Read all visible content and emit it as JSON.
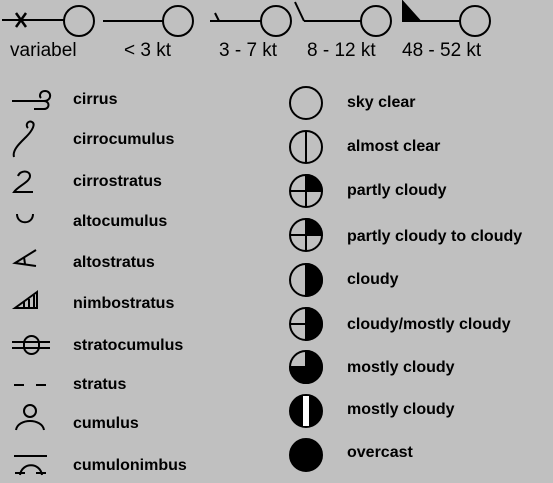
{
  "wind_barbs": [
    {
      "label": "variabel",
      "icon": "variable-wind-icon"
    },
    {
      "label": "< 3 kt",
      "icon": "calm-wind-icon"
    },
    {
      "label": "3 - 7 kt",
      "icon": "half-barb-wind-icon"
    },
    {
      "label": "8 - 12 kt",
      "icon": "full-barb-wind-icon"
    },
    {
      "label": "48 - 52 kt",
      "icon": "pennant-wind-icon"
    }
  ],
  "cloud_types": [
    {
      "label": "cirrus",
      "icon": "cirrus-icon"
    },
    {
      "label": "cirrocumulus",
      "icon": "cirrocumulus-icon"
    },
    {
      "label": "cirrostratus",
      "icon": "cirrostratus-icon"
    },
    {
      "label": "altocumulus",
      "icon": "altocumulus-icon"
    },
    {
      "label": "altostratus",
      "icon": "altostratus-icon"
    },
    {
      "label": "nimbostratus",
      "icon": "nimbostratus-icon"
    },
    {
      "label": "stratocumulus",
      "icon": "stratocumulus-icon"
    },
    {
      "label": "stratus",
      "icon": "stratus-icon"
    },
    {
      "label": "cumulus",
      "icon": "cumulus-icon"
    },
    {
      "label": "cumulonimbus",
      "icon": "cumulonimbus-icon"
    }
  ],
  "sky_cover": [
    {
      "label": "sky clear",
      "icon": "sky-clear-icon"
    },
    {
      "label": "almost clear",
      "icon": "almost-clear-icon"
    },
    {
      "label": "partly cloudy",
      "icon": "partly-cloudy-icon"
    },
    {
      "label": "partly cloudy to cloudy",
      "icon": "partly-cloudy-to-cloudy-icon"
    },
    {
      "label": "cloudy",
      "icon": "cloudy-icon"
    },
    {
      "label": "cloudy/mostly cloudy",
      "icon": "cloudy-mostly-cloudy-icon"
    },
    {
      "label": "mostly cloudy",
      "icon": "mostly-cloudy-icon"
    },
    {
      "label": "mostly cloudy",
      "icon": "mostly-cloudy-bar-icon"
    },
    {
      "label": "overcast",
      "icon": "overcast-icon"
    }
  ],
  "colors": {
    "background": "#c0c0c0",
    "ink": "#000000"
  }
}
